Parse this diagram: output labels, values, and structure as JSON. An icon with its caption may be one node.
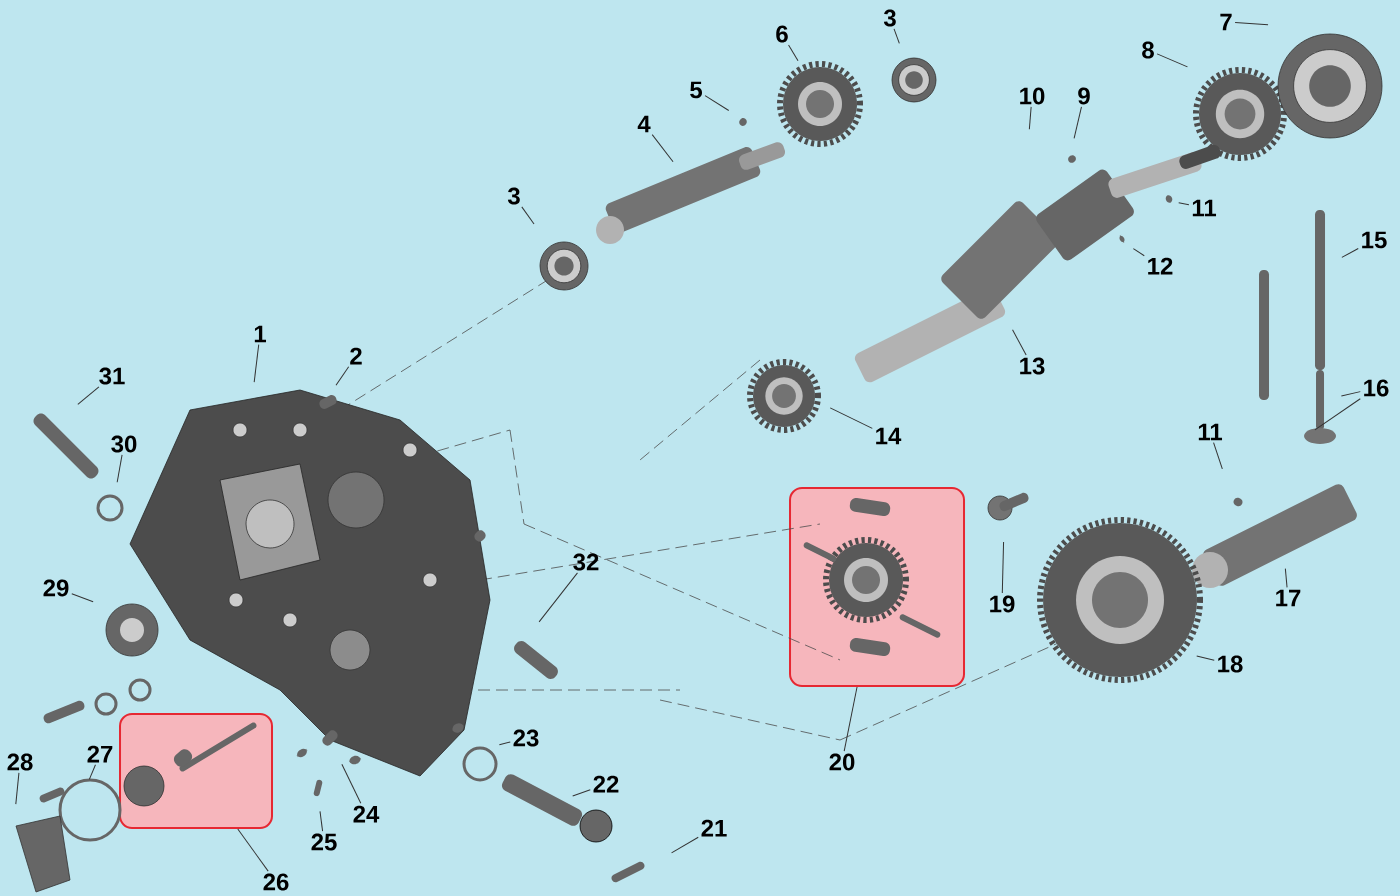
{
  "diagram": {
    "nodes": [
      {
        "text": [
          "1"
        ]
      },
      {
        "text": [
          "2"
        ]
      },
      {
        "text": [
          "3"
        ]
      },
      {
        "text": [
          "3"
        ]
      },
      {
        "text": [
          "4"
        ]
      },
      {
        "text": [
          "5"
        ]
      },
      {
        "text": [
          "6"
        ]
      },
      {
        "text": [
          "7"
        ]
      },
      {
        "text": [
          "8"
        ]
      },
      {
        "text": [
          "9"
        ]
      },
      {
        "text": [
          "10"
        ]
      },
      {
        "text": [
          "11"
        ]
      },
      {
        "text": [
          "11"
        ]
      },
      {
        "text": [
          "12"
        ]
      },
      {
        "text": [
          "13"
        ]
      },
      {
        "text": [
          "14"
        ]
      },
      {
        "text": [
          "15"
        ]
      },
      {
        "text": [
          "16"
        ]
      },
      {
        "text": [
          "17"
        ]
      },
      {
        "text": [
          "18"
        ]
      },
      {
        "text": [
          "19"
        ]
      },
      {
        "text": [
          "20"
        ]
      },
      {
        "text": [
          "21"
        ]
      },
      {
        "text": [
          "22"
        ]
      },
      {
        "text": [
          "23"
        ]
      },
      {
        "text": [
          "24"
        ]
      },
      {
        "text": [
          "25"
        ]
      },
      {
        "text": [
          "26"
        ]
      },
      {
        "text": [
          "27"
        ]
      },
      {
        "text": [
          "28"
        ]
      },
      {
        "text": [
          "29"
        ]
      },
      {
        "text": [
          "30"
        ]
      },
      {
        "text": [
          "31"
        ]
      },
      {
        "text": [
          "32"
        ]
      },
      {
        "text": [],
        "shape": "box"
      },
      {
        "text": [],
        "shape": "box"
      }
    ],
    "edges": [
      {
        "from": 0,
        "to": null,
        "arrow": "none"
      },
      {
        "from": 1,
        "to": null,
        "arrow": "none"
      },
      {
        "from": 2,
        "to": null,
        "arrow": "none"
      },
      {
        "from": 3,
        "to": null,
        "arrow": "none"
      },
      {
        "from": 4,
        "to": null,
        "arrow": "none"
      },
      {
        "from": 5,
        "to": null,
        "arrow": "none"
      },
      {
        "from": 6,
        "to": null,
        "arrow": "none"
      },
      {
        "from": 7,
        "to": null,
        "arrow": "none"
      },
      {
        "from": 8,
        "to": null,
        "arrow": "none"
      },
      {
        "from": 9,
        "to": null,
        "arrow": "none"
      },
      {
        "from": 10,
        "to": null,
        "arrow": "none"
      },
      {
        "from": 11,
        "to": null,
        "arrow": "none"
      },
      {
        "from": 12,
        "to": null,
        "arrow": "none"
      },
      {
        "from": 13,
        "to": null,
        "arrow": "none"
      },
      {
        "from": 14,
        "to": null,
        "arrow": "none"
      },
      {
        "from": 15,
        "to": null,
        "arrow": "none"
      },
      {
        "from": 16,
        "to": null,
        "arrow": "none"
      },
      {
        "from": 17,
        "to": null,
        "arrow": "none"
      },
      {
        "from": 17,
        "to": null,
        "arrow": "none"
      },
      {
        "from": 18,
        "to": null,
        "arrow": "none"
      },
      {
        "from": 19,
        "to": null,
        "arrow": "none"
      },
      {
        "from": 20,
        "to": null,
        "arrow": "none"
      },
      {
        "from": 21,
        "to": 34,
        "arrow": "none"
      },
      {
        "from": 22,
        "to": null,
        "arrow": "none"
      },
      {
        "from": 23,
        "to": null,
        "arrow": "none"
      },
      {
        "from": 24,
        "to": null,
        "arrow": "none"
      },
      {
        "from": 25,
        "to": null,
        "arrow": "none"
      },
      {
        "from": 26,
        "to": null,
        "arrow": "none"
      },
      {
        "from": 27,
        "to": 35,
        "arrow": "none"
      },
      {
        "from": 28,
        "to": null,
        "arrow": "none"
      },
      {
        "from": 29,
        "to": null,
        "arrow": "none"
      },
      {
        "from": 30,
        "to": null,
        "arrow": "none"
      },
      {
        "from": 31,
        "to": null,
        "arrow": "none"
      },
      {
        "from": 32,
        "to": null,
        "arrow": "none"
      },
      {
        "from": 33,
        "to": null,
        "arrow": "none"
      }
    ]
  }
}
